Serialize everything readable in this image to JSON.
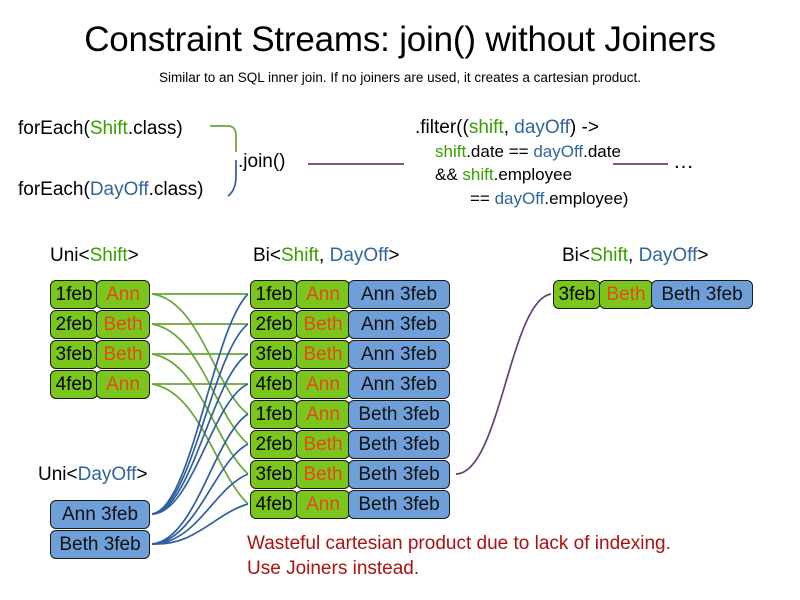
{
  "header": {
    "title": "Constraint Streams: join() without Joiners",
    "subtitle": "Similar to an SQL inner join. If no joiners are used, it creates a cartesian product."
  },
  "code": {
    "for_each_shift": {
      "prefix": "forEach(",
      "type": "Shift",
      "suffix": ".class)"
    },
    "for_each_dayoff": {
      "prefix": "forEach(",
      "type": "DayOff",
      "suffix": ".class)"
    },
    "join_label": ".join()",
    "ellipsis": "…",
    "filter": {
      "line1_prefix": ".filter((",
      "line1_param1": "shift",
      "line1_comma": ", ",
      "line1_param2": "dayOff",
      "line1_suffix": ") ->",
      "line2_a": "shift",
      "line2_b": ".date == ",
      "line2_c": "dayOff",
      "line2_d": ".date",
      "line3_a": "&& ",
      "line3_b": "shift",
      "line3_c": ".employee",
      "line4_a": "== ",
      "line4_b": "dayOff",
      "line4_c": ".employee)"
    }
  },
  "captions": {
    "uni_shift": {
      "prefix": "Uni<",
      "type": "Shift",
      "suffix": ">"
    },
    "bi_middle": {
      "prefix": "Bi<",
      "type1": "Shift",
      "sep": ", ",
      "type2": "DayOff",
      "suffix": ">"
    },
    "bi_right": {
      "prefix": "Bi<",
      "type1": "Shift",
      "sep": ", ",
      "type2": "DayOff",
      "suffix": ">"
    },
    "uni_dayoff": {
      "prefix": "Uni<",
      "type": "DayOff",
      "suffix": ">"
    }
  },
  "shifts": [
    {
      "date": "1feb",
      "employee": "Ann"
    },
    {
      "date": "2feb",
      "employee": "Beth"
    },
    {
      "date": "3feb",
      "employee": "Beth"
    },
    {
      "date": "4feb",
      "employee": "Ann"
    }
  ],
  "day_offs": [
    {
      "label": "Ann 3feb"
    },
    {
      "label": "Beth 3feb"
    }
  ],
  "bi_rows": [
    {
      "date": "1feb",
      "employee": "Ann",
      "day_off": "Ann 3feb"
    },
    {
      "date": "2feb",
      "employee": "Beth",
      "day_off": "Ann 3feb"
    },
    {
      "date": "3feb",
      "employee": "Beth",
      "day_off": "Ann 3feb"
    },
    {
      "date": "4feb",
      "employee": "Ann",
      "day_off": "Ann 3feb"
    },
    {
      "date": "1feb",
      "employee": "Ann",
      "day_off": "Beth 3feb"
    },
    {
      "date": "2feb",
      "employee": "Beth",
      "day_off": "Beth 3feb"
    },
    {
      "date": "3feb",
      "employee": "Beth",
      "day_off": "Beth 3feb"
    },
    {
      "date": "4feb",
      "employee": "Ann",
      "day_off": "Beth 3feb"
    }
  ],
  "result_row": {
    "date": "3feb",
    "employee": "Beth",
    "day_off": "Beth 3feb"
  },
  "warning": {
    "line1": "Wasteful cartesian product due to lack of indexing.",
    "line2": "Use Joiners instead."
  },
  "colors": {
    "shift_green": "#7ac61d",
    "dayoff_blue": "#6f9fd8",
    "employee_orange": "#e8471b",
    "type_shift_text": "#37a000",
    "type_dayoff_text": "#31659c",
    "connector_green": "#6aa637",
    "connector_blue": "#2f5f9e",
    "connector_purple": "#6a3d7a",
    "warning_red": "#aa1111"
  }
}
